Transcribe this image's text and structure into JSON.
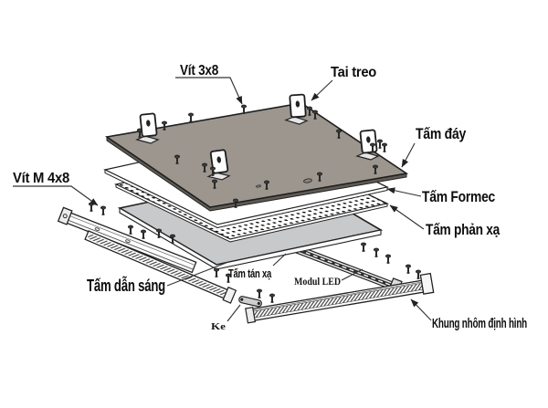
{
  "labels": {
    "vit_3x8": "Vít 3x8",
    "tai_treo": "Tai treo",
    "tam_day": "Tấm đáy",
    "tam_formec": "Tấm Formec",
    "tam_phan_xa": "Tấm phản xạ",
    "vit_m_4x8": "Vít M 4x8",
    "tam_dan_sang": "Tấm dẫn sáng",
    "tam_tan_xa": "Tấm tán xạ",
    "modul_led": "Modul LED",
    "ke": "Ke",
    "khung_nhom": "Khung nhôm định hình"
  },
  "colors": {
    "back_plate_fill": "#9c968e",
    "back_plate_side": "#5f5a54",
    "diffuser_fill": "#c7c9cb",
    "outline": "#1f1f1f",
    "leader_line": "#333333",
    "label_text": "#0d0d0d",
    "background": "#ffffff"
  }
}
